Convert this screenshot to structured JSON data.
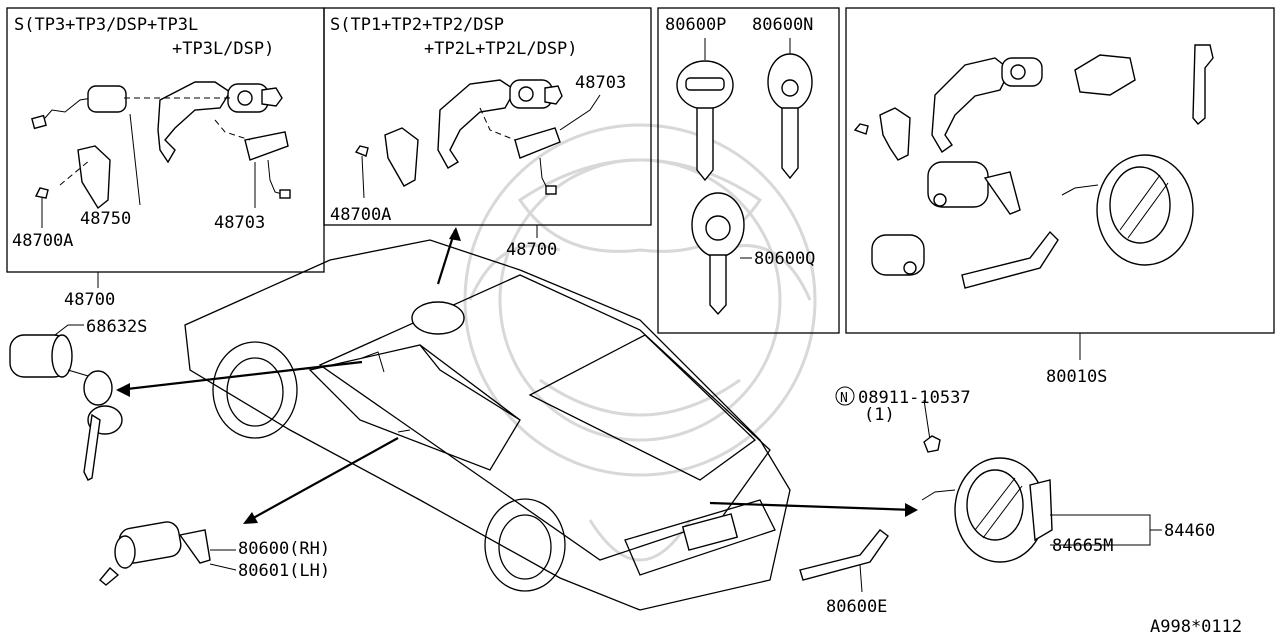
{
  "diagram": {
    "boxes": [
      {
        "header_line1": "S(TP3+TP3/DSP+TP3L",
        "header_line2": "+TP3L/DSP)",
        "labels": [
          "48750",
          "48703",
          "48700A"
        ],
        "ref": "48700"
      },
      {
        "header_line1": "S(TP1+TP2+TP2/DSP",
        "header_line2": "+TP2L+TP2L/DSP)",
        "labels": [
          "48703",
          "48700A"
        ],
        "ref": "48700"
      },
      {
        "labels": [
          "80600P",
          "80600N",
          "80600Q"
        ]
      },
      {
        "labels": [],
        "ref": "80010S"
      }
    ],
    "callouts": {
      "door_cylinder": "68632S",
      "handle_rh": "80600(RH)",
      "handle_lh": "80601(LH)",
      "nut_symbol": "N",
      "nut_part": "08911-10537",
      "nut_qty": "(1)",
      "trunk_lock": "84460",
      "trunk_cylinder": "84665M",
      "key_plate": "80600E"
    },
    "footer_code": "A998*0112"
  }
}
